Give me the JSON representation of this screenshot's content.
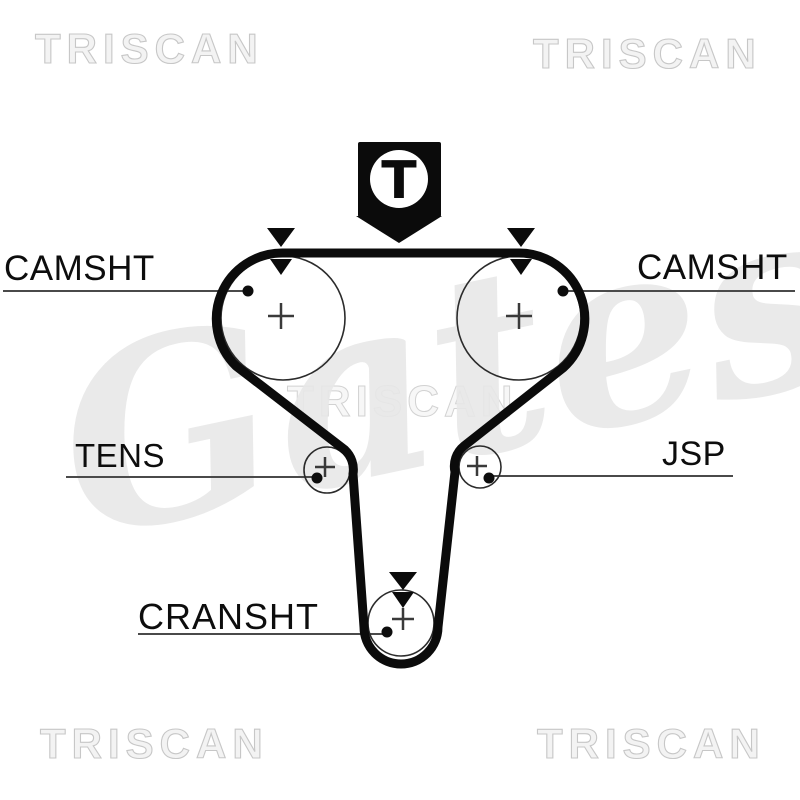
{
  "diagram": {
    "type": "timing-belt-routing-diagram",
    "badge": {
      "letter": "T"
    },
    "pulleys": [
      {
        "id": "camshaft-left",
        "label": "CAMSHT",
        "timing_mark": true
      },
      {
        "id": "camshaft-right",
        "label": "CAMSHT",
        "timing_mark": true
      },
      {
        "id": "tensioner",
        "label": "TENS",
        "timing_mark": false
      },
      {
        "id": "jockey-pulley",
        "label": "JSP",
        "timing_mark": false
      },
      {
        "id": "crankshaft",
        "label": "CRANSHT",
        "timing_mark": true
      }
    ],
    "colors": {
      "background": "#ffffff",
      "belt": "#0b0b0b",
      "label_text": "#0d0d0d",
      "leader_line": "#4a4a4a",
      "pulley_outline": "#2b2b2b",
      "watermark_outline": "#c7c7c7",
      "script_watermark": "#e8e8e8"
    }
  },
  "watermarks": {
    "triscan": "TRISCAN",
    "gates": "Gates"
  },
  "icons": {
    "timing_mark": "hourglass-arrow-icon",
    "badge_pointer": "down-triangle-icon",
    "pulley_center": "plus-cross-icon",
    "index_dot": "filled-dot-icon"
  }
}
